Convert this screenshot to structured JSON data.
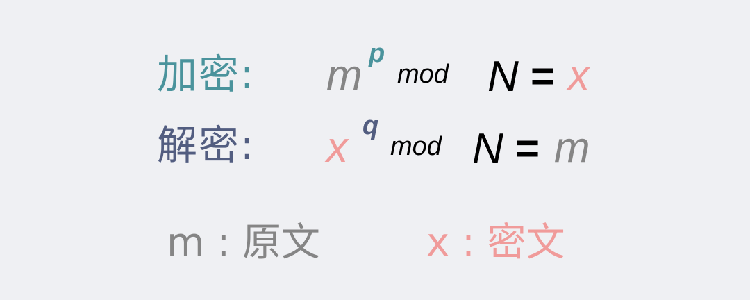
{
  "colors": {
    "background": "#eff0f3",
    "encrypt_label": "#4a939c",
    "decrypt_label": "#525d80",
    "plaintext": "#858585",
    "ciphertext": "#f09b9a",
    "operator": "#000000"
  },
  "encrypt": {
    "label": "加密:",
    "base": "m",
    "exponent": "p",
    "mod": "mod",
    "modulus": "N",
    "equals": "=",
    "result": "x"
  },
  "decrypt": {
    "label": "解密:",
    "base": "x",
    "exponent": "q",
    "mod": "mod",
    "modulus": "N",
    "equals": "=",
    "result": "m"
  },
  "legend": {
    "plaintext": "m : 原文",
    "ciphertext": "x : 密文"
  }
}
